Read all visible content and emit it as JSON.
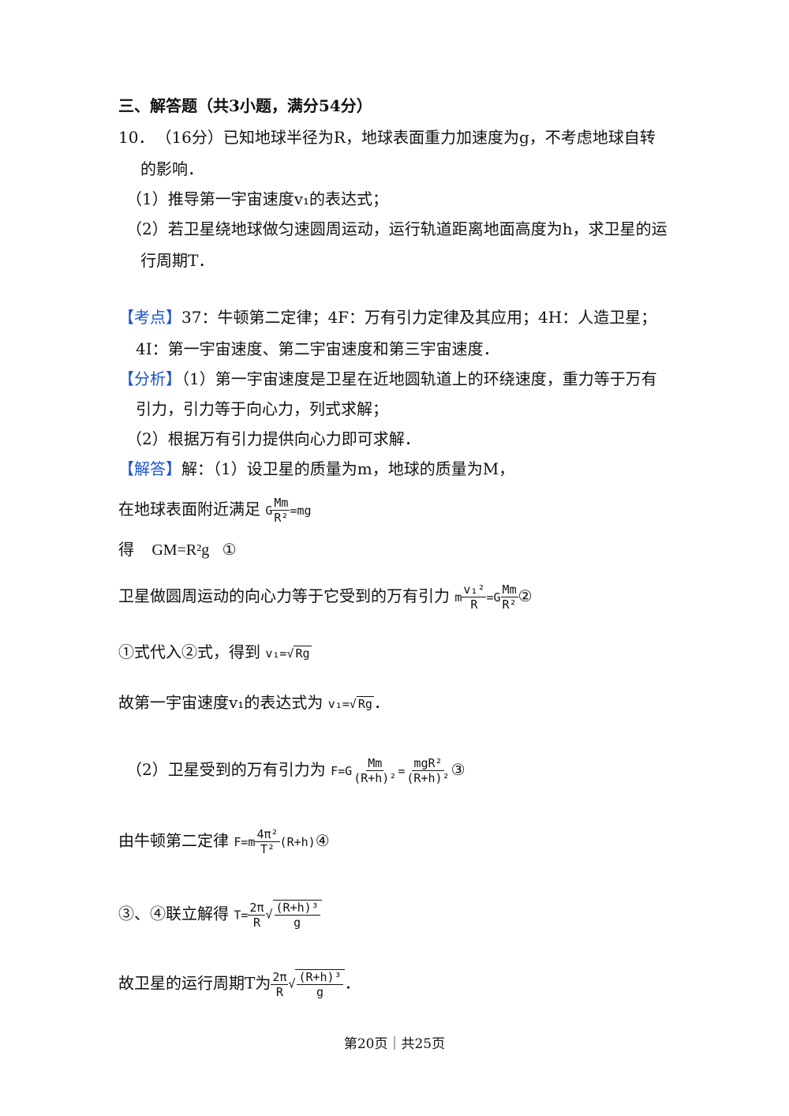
{
  "section_title": "三、解答题（共3小题，满分54分）",
  "question": {
    "number": "10．",
    "line1": "（16分）已知地球半径为R，地球表面重力加速度为g，不考虑地球自转",
    "line2": "的影响．",
    "part1": "（1）推导第一宇宙速度v₁的表达式；",
    "part2_line1": "（2）若卫星绕地球做匀速圆周运动，运行轨道距离地面高度为h，求卫星的运",
    "part2_line2": "行周期T．"
  },
  "kaodian": {
    "tag": "【考点】",
    "line1": "37：牛顿第二定律；4F：万有引力定律及其应用；4H：人造卫星；",
    "line2": "4I：第一宇宙速度、第二宇宙速度和第三宇宙速度．"
  },
  "fenxi": {
    "tag": "【分析】",
    "line1": "（1）第一宇宙速度是卫星在近地圆轨道上的环绕速度，重力等于万有",
    "line2": "引力，引力等于向心力，列式求解；",
    "line3": "（2）根据万有引力提供向心力即可求解．"
  },
  "jieda": {
    "tag": "【解答】",
    "line1": "解：（1）设卫星的质量为m，地球的质量为M，",
    "eq1_text": "在地球表面附近满足",
    "eq1_pre": "G",
    "eq1_num": "Mm",
    "eq1_den": "R²",
    "eq1_post": "=mg",
    "eq2_text": "得",
    "eq2": "GM=R²g",
    "eq2_mark": "①",
    "eq3_text": "卫星做圆周运动的向心力等于它受到的万有引力",
    "eq3_pre": "m",
    "eq3_num": "v₁²",
    "eq3_den": "R",
    "eq3_mid": "=G",
    "eq3_num2": "Mm",
    "eq3_den2": "R²",
    "eq3_mark": "②",
    "eq4_text": "①式代入②式，得到",
    "eq4_lhs": "v₁=",
    "eq4_rad": "Rg",
    "eq5_text": "故第一宇宙速度v₁的表达式为",
    "eq5_lhs": "v₁=",
    "eq5_rad": "Rg",
    "eq5_end": "．",
    "eq6_text": "（2）卫星受到的万有引力为",
    "eq6_pre": "F=G",
    "eq6_num": "Mm",
    "eq6_den": "(R+h)²",
    "eq6_eq": "=",
    "eq6_num2": "mgR²",
    "eq6_den2": "(R+h)²",
    "eq6_mark": "③",
    "eq7_text": "由牛顿第二定律",
    "eq7_pre": "F=m",
    "eq7_num": "4π²",
    "eq7_den": "T²",
    "eq7_post": "(R+h)",
    "eq7_mark": "④",
    "eq8_text": "③、④联立解得",
    "eq8_pre": "T=",
    "eq8_num": "2π",
    "eq8_den": "R",
    "eq8_rad_num": "(R+h)³",
    "eq8_rad_den": "g",
    "eq9_text": "故卫星的运行周期T为",
    "eq9_num": "2π",
    "eq9_den": "R",
    "eq9_rad_num": "(R+h)³",
    "eq9_rad_den": "g",
    "eq9_end": "．"
  },
  "footer": "第20页｜共25页"
}
